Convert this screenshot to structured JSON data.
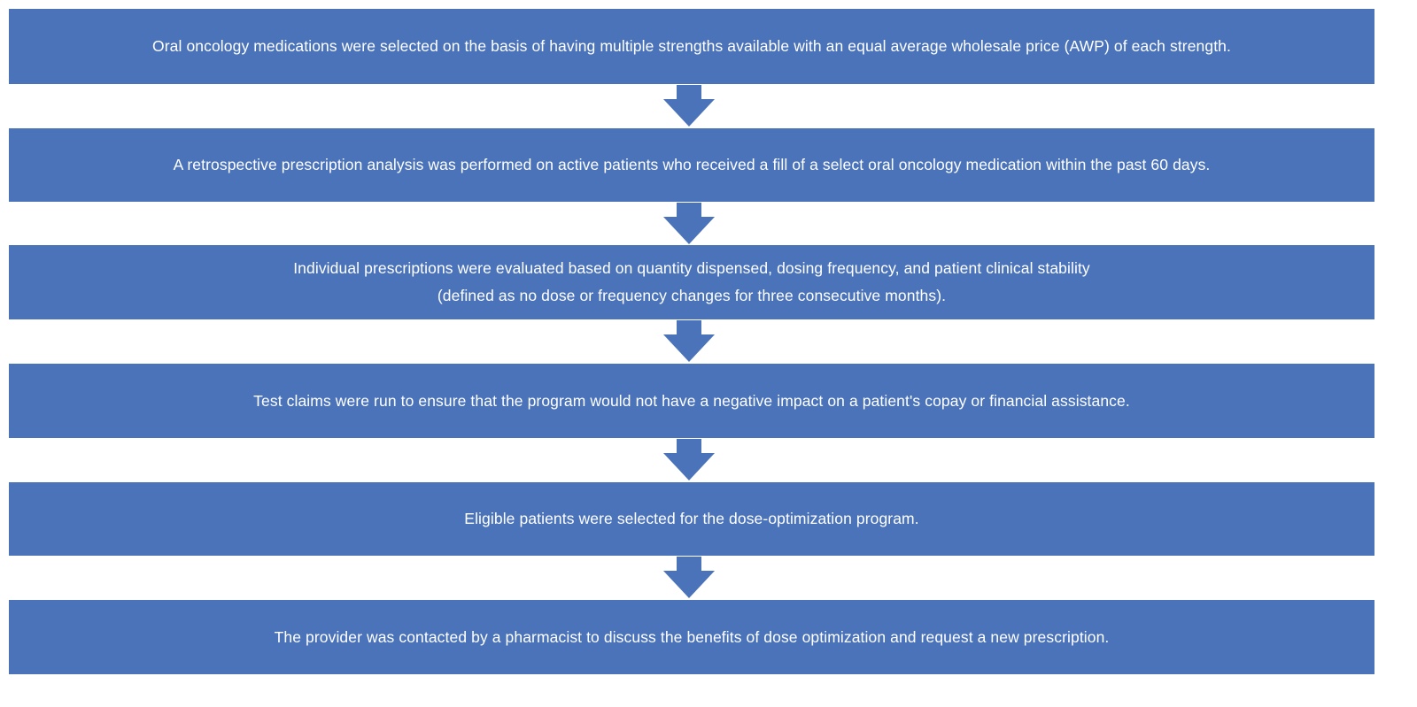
{
  "steps": [
    {
      "lines": [
        "Oral oncology medications were selected on the basis of having multiple strengths available with an equal average wholesale price (AWP) of each strength."
      ]
    },
    {
      "lines": [
        "A retrospective prescription analysis was performed on active patients who received a fill of a select oral oncology medication within the past 60 days."
      ]
    },
    {
      "lines": [
        "Individual prescriptions were evaluated based on quantity dispensed, dosing frequency, and patient clinical stability",
        "(defined as no dose or frequency changes for three consecutive months)."
      ]
    },
    {
      "lines": [
        "Test claims were run to ensure that the program would not have a negative impact on a patient's copay or financial assistance."
      ]
    },
    {
      "lines": [
        "Eligible patients were selected for the dose-optimization program."
      ]
    },
    {
      "lines": [
        "The provider was contacted by a pharmacist to discuss the benefits of dose optimization and request a new prescription."
      ]
    }
  ],
  "colors": {
    "box_fill": "#4a73ba",
    "arrow_fill": "#4a73ba",
    "text": "#ffffff"
  }
}
